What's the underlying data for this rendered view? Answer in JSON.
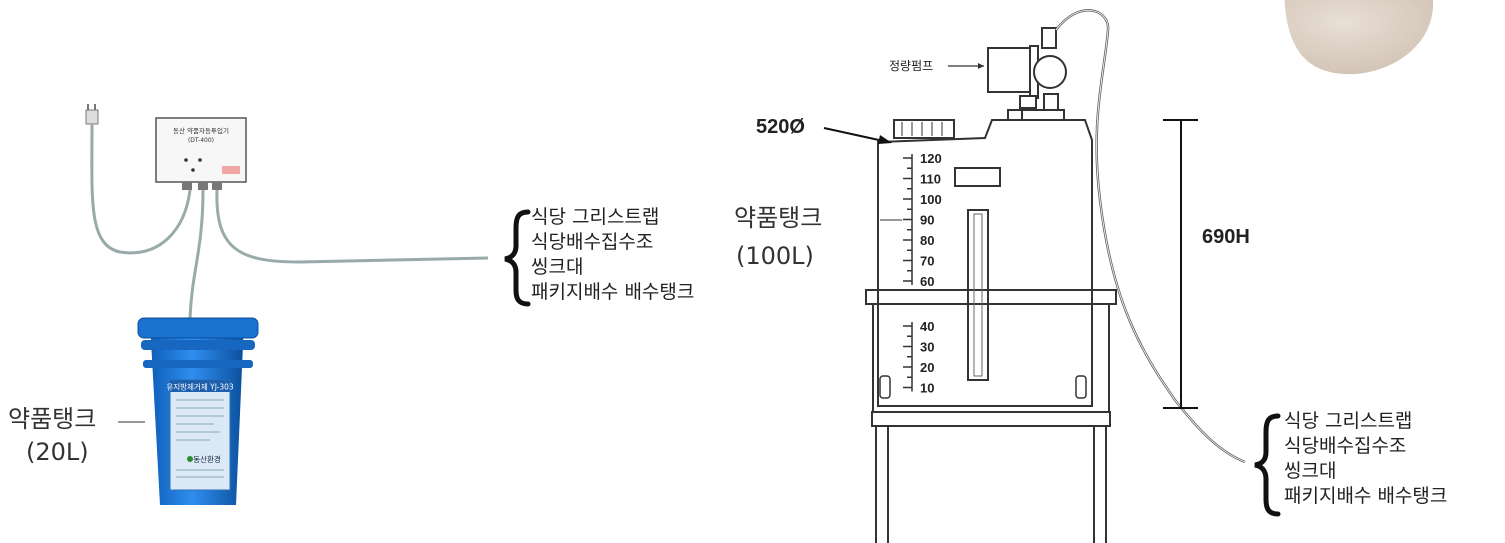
{
  "left_system": {
    "controller": {
      "title": "동산 약품자동투입기",
      "model": "(DT-400)"
    },
    "bucket": {
      "product": "유지방제거제 YJ-303",
      "brand": "동산환경"
    },
    "tank_label": "약품탱크",
    "tank_volume": "(20L)",
    "destinations": [
      "식당 그리스트랩",
      "식당배수집수조",
      "씽크대",
      "패키지배수 배수탱크"
    ]
  },
  "right_system": {
    "pump_label": "정량펌프",
    "cap_dimension": "520Ø",
    "height_dimension": "690H",
    "tank_label": "약품탱크",
    "tank_volume": "(100L)",
    "scale_upper": [
      "120",
      "110",
      "100",
      "90",
      "80",
      "70",
      "60"
    ],
    "scale_lower": [
      "40",
      "30",
      "20",
      "10"
    ],
    "destinations": [
      "식당 그리스트랩",
      "식당배수집수조",
      "씽크대",
      "패키지배수 배수탱크"
    ]
  }
}
